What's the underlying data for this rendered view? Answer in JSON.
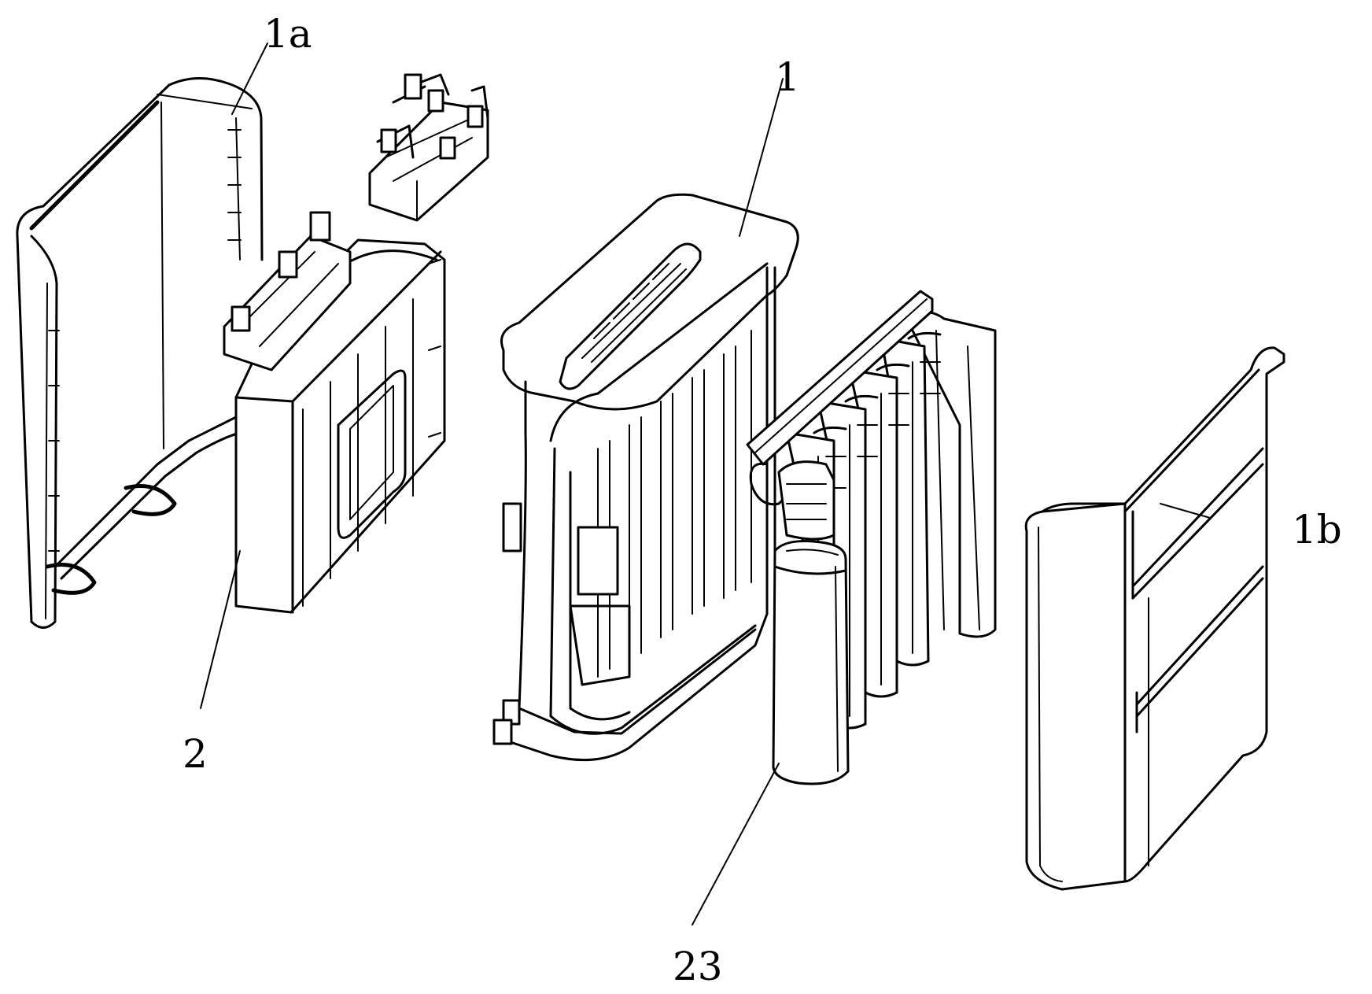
{
  "figure": {
    "labels": {
      "cover_front": "1a",
      "housing": "1",
      "cover_back": "1b",
      "board": "2",
      "filter": "23"
    }
  }
}
